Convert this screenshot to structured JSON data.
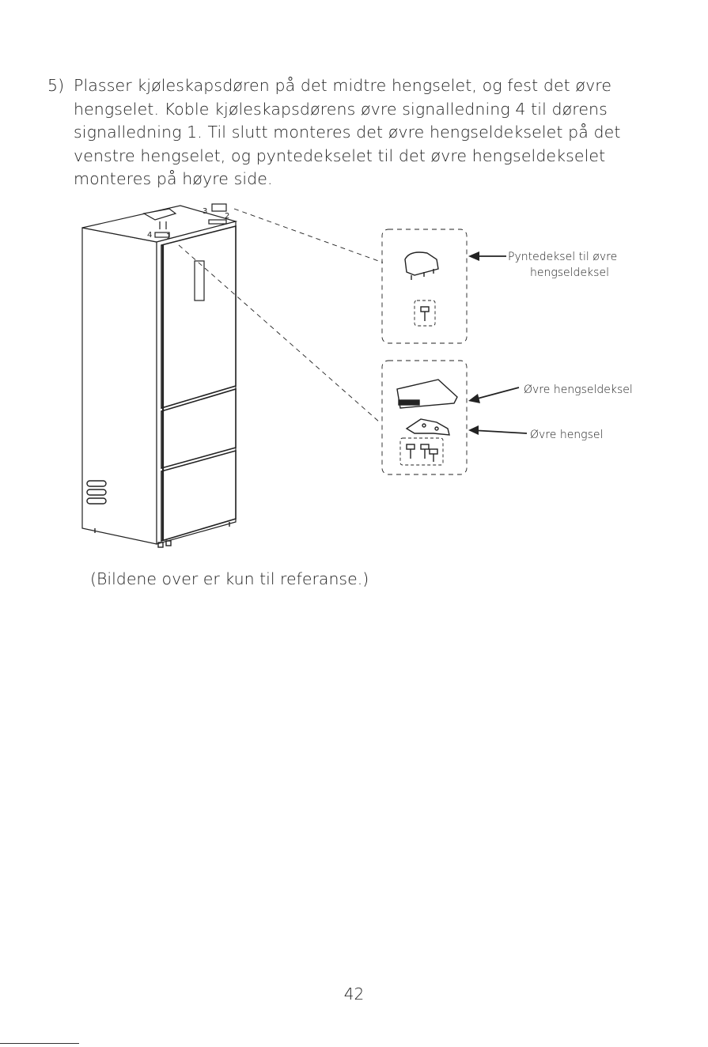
{
  "instruction": {
    "number": "5)",
    "text": "Plasser kjøleskapsdøren på det midtre hengselet, og fest det øvre hengselet. Koble kjøleskapsdørens øvre signalledning 4 til dørens signalledning 1. Til slutt monteres det øvre hengseldekselet på det venstre hengselet, og pyntedekselet til det øvre hengseldekselet monteres på høyre side."
  },
  "figure": {
    "labels": {
      "callout_1": "1",
      "callout_2": "2",
      "callout_3": "3",
      "callout_4": "4"
    },
    "callouts": {
      "decor_cover_line1": "Pyntedeksel til øvre",
      "decor_cover_line2": "hengseldeksel",
      "upper_hinge_cover": "Øvre hengseldeksel",
      "upper_hinge": "Øvre hengsel"
    }
  },
  "caption": "(Bildene over er kun til referanse.)",
  "page_number": "42"
}
